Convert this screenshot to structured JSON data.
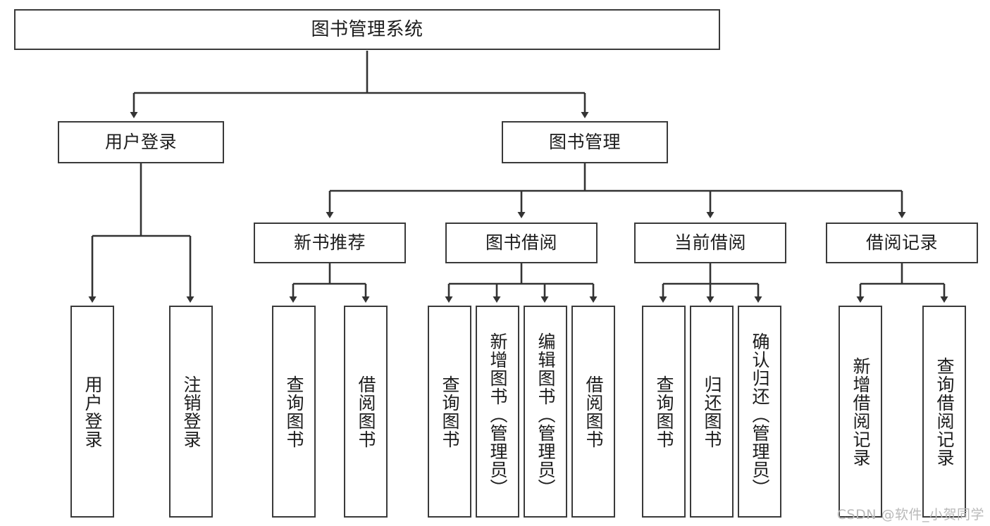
{
  "diagram": {
    "title": "图书管理系统",
    "watermark": "CSDN @软件_小贺同学",
    "colors": {
      "border": "#3a3a3a",
      "background": "#ffffff",
      "text": "#1c1c1c",
      "watermark": "#b9b9b9"
    },
    "levels": {
      "root": "图书管理系统",
      "level1": [
        "用户登录",
        "图书管理"
      ],
      "level2": [
        "新书推荐",
        "图书借阅",
        "当前借阅",
        "借阅记录"
      ]
    },
    "nodes": {
      "root": "图书管理系统",
      "user_login": "用户登录",
      "book_manage": "图书管理",
      "new_book_rec": "新书推荐",
      "book_borrow": "图书借阅",
      "current_borrow": "当前借阅",
      "borrow_record": "借阅记录",
      "leaf_user_login": "用户登录",
      "leaf_user_logout": "注销登录",
      "leaf_query_book_1": "查询图书",
      "leaf_borrow_book_1": "借阅图书",
      "leaf_query_book_2": "查询图书",
      "leaf_add_book_admin": "新增图书（管理员）",
      "leaf_edit_book_admin": "编辑图书（管理员）",
      "leaf_borrow_book_2": "借阅图书",
      "leaf_query_book_3": "查询图书",
      "leaf_return_book": "归还图书",
      "leaf_confirm_return_admin": "确认归还（管理员）",
      "leaf_add_borrow_record": "新增借阅记录",
      "leaf_query_borrow_record": "查询借阅记录"
    }
  }
}
